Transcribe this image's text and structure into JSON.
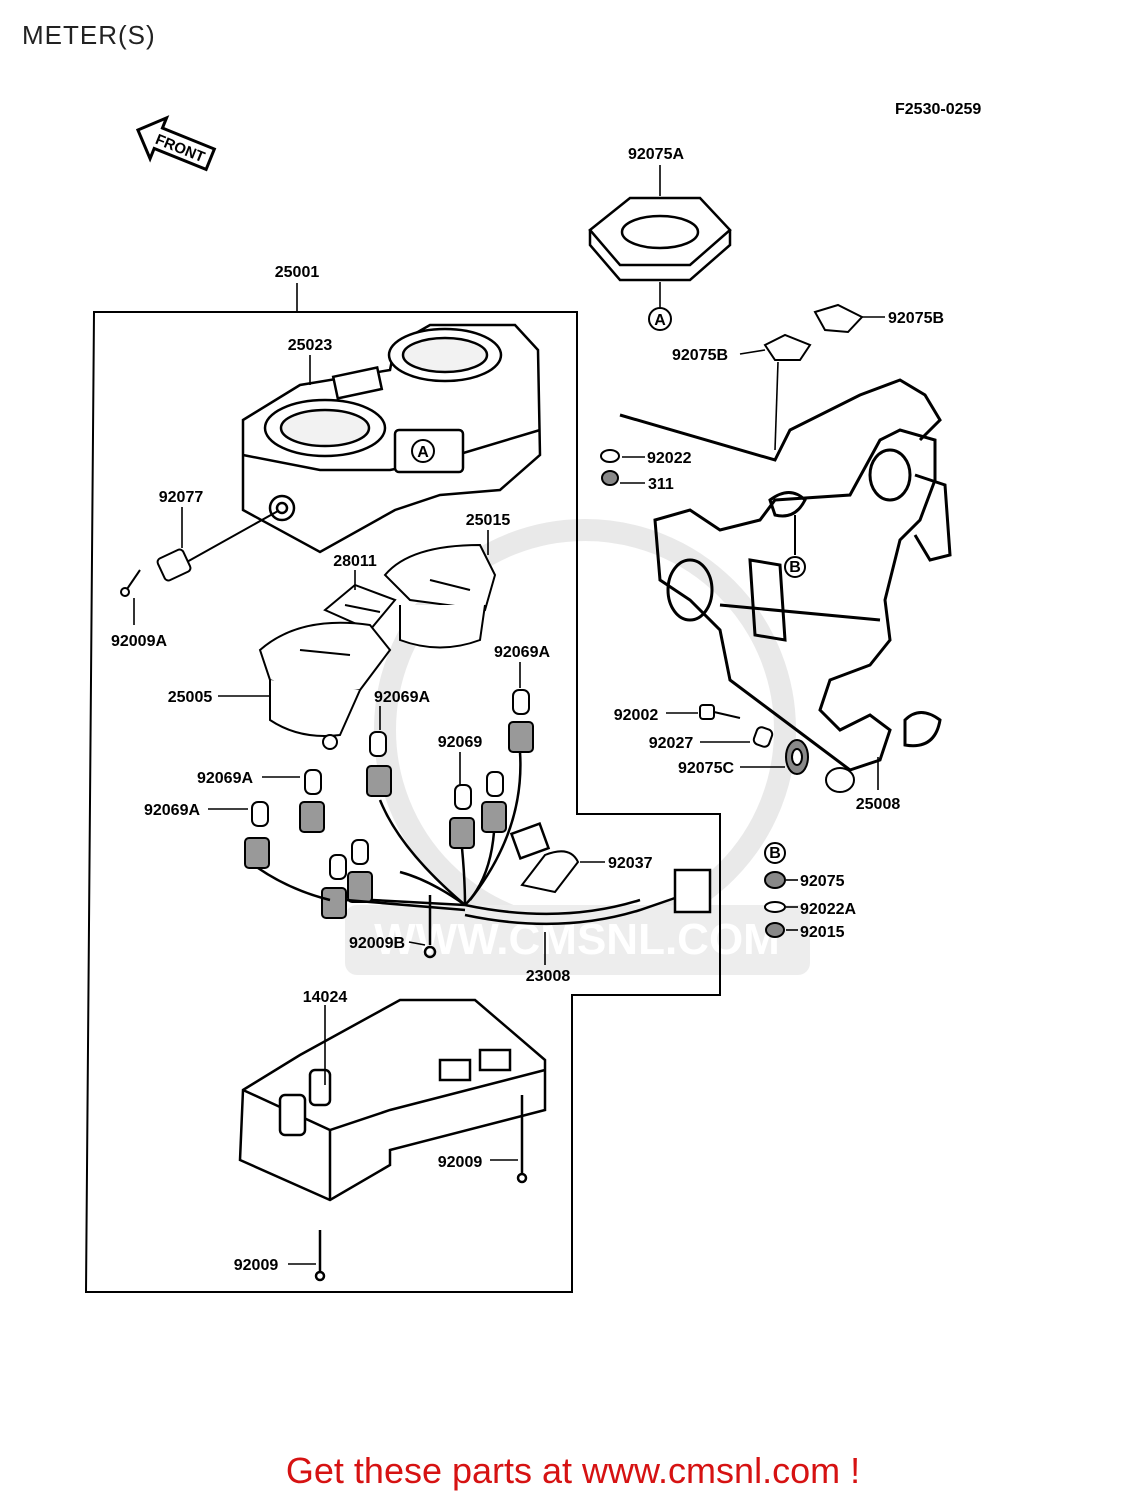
{
  "page_title": "METER(S)",
  "figure_code": "F2530-0259",
  "front_label": "FRONT",
  "watermark_text": "WWW.CMSNL.COM",
  "promo_text": "Get these parts at www.cmsnl.com !",
  "callouts": {
    "a": "A",
    "b": "B"
  },
  "parts": {
    "p92075A": "92075A",
    "p25001": "25001",
    "p92075B_1": "92075B",
    "p92075B_2": "92075B",
    "p25023": "25023",
    "p92022": "92022",
    "p311": "311",
    "p92077": "92077",
    "p25015": "25015",
    "p28011": "28011",
    "p92009A": "92009A",
    "p92069A_1": "92069A",
    "p25005": "25005",
    "p92069A_2": "92069A",
    "p92002": "92002",
    "p92069": "92069",
    "p92027": "92027",
    "p92069A_3": "92069A",
    "p92075C": "92075C",
    "p92069A_4": "92069A",
    "p25008": "25008",
    "p92037": "92037",
    "p92075": "92075",
    "p92022A": "92022A",
    "p92009B": "92009B",
    "p92015": "92015",
    "p23008": "23008",
    "p14024": "14024",
    "p92009_1": "92009",
    "p92009_2": "92009"
  },
  "colors": {
    "promo": "#d61212",
    "line": "#000000",
    "watermark": "#d9d9d9"
  }
}
